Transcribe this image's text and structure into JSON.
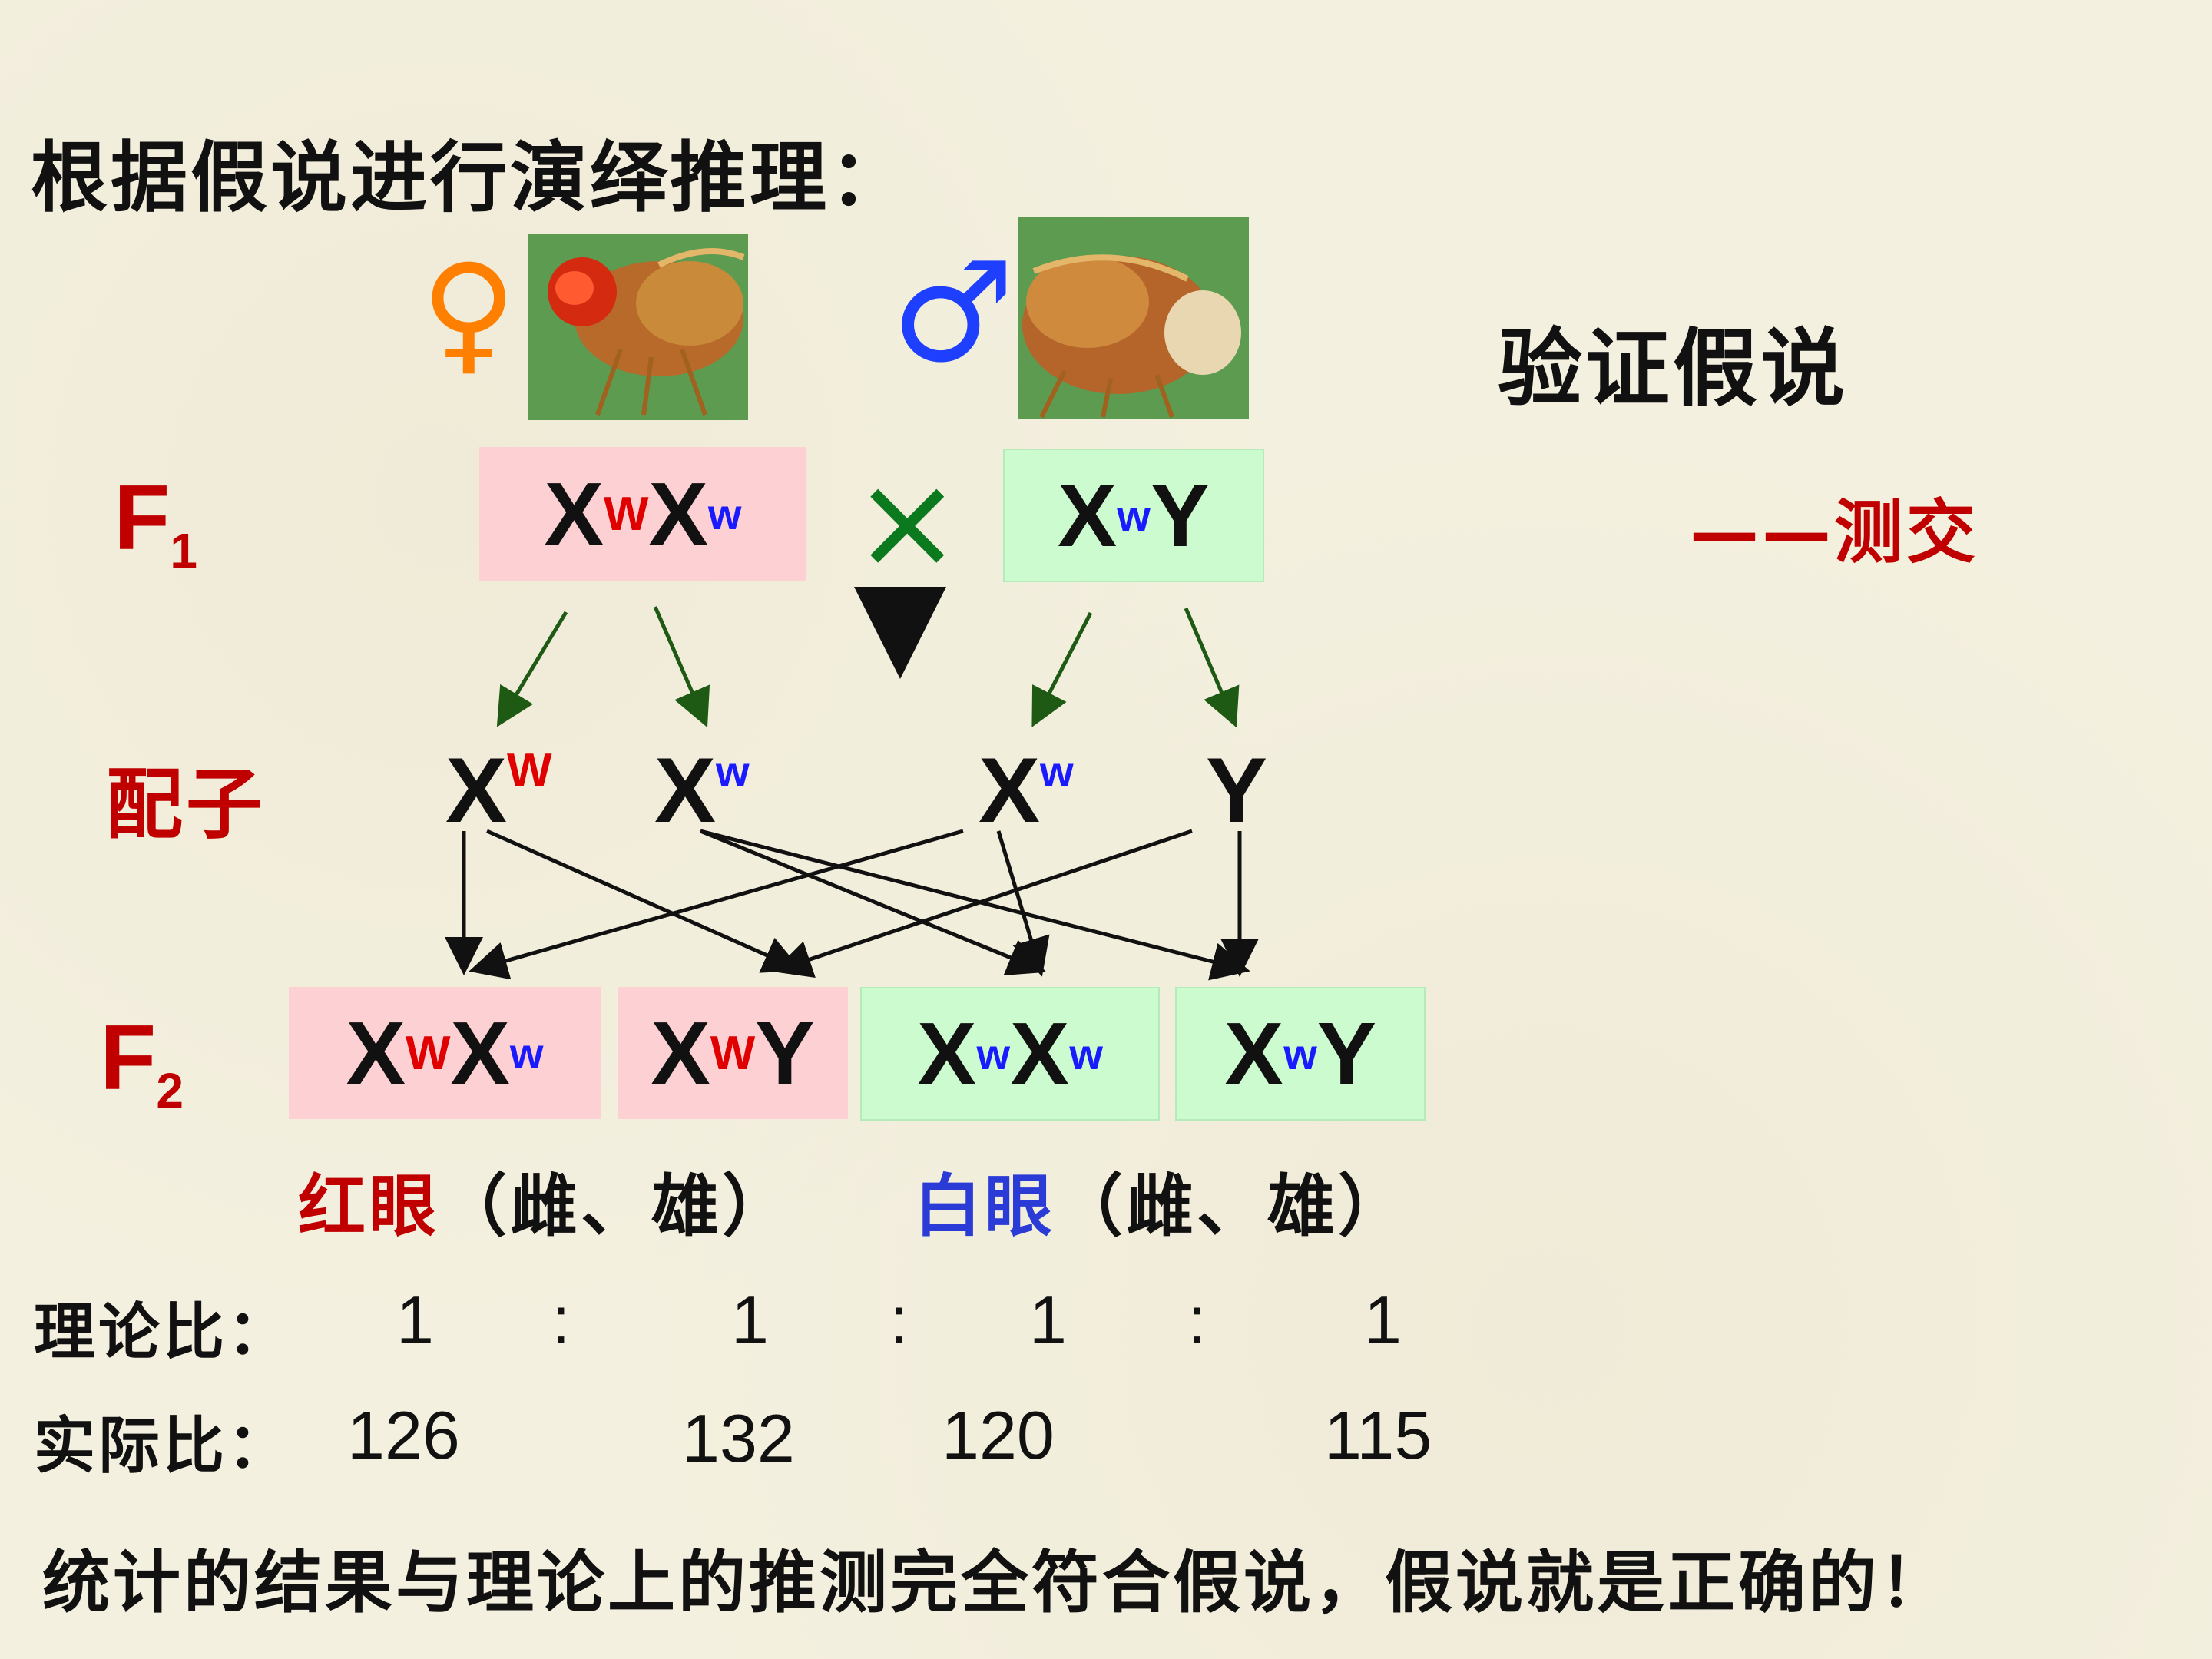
{
  "title": "根据假说进行演绎推理：",
  "verify": "验证假说",
  "testcross": "——测交",
  "female_symbol": "♀",
  "male_symbol": "♂",
  "cross_symbol": "×",
  "f1_label": {
    "main": "F",
    "sub": "1"
  },
  "f2_label": {
    "main": "F",
    "sub": "2"
  },
  "gamete_label": "配子",
  "f1": {
    "female": {
      "parts": [
        "X",
        "W",
        "X",
        "w"
      ]
    },
    "male": {
      "parts": [
        "X",
        "w",
        "Y"
      ]
    }
  },
  "gametes": [
    {
      "base": "X",
      "sup": "W"
    },
    {
      "base": "X",
      "sup": "w"
    },
    {
      "base": "X",
      "sup": "w"
    },
    {
      "base": "Y",
      "sup": ""
    }
  ],
  "f2": [
    {
      "parts": [
        "X",
        "W",
        "X",
        "w"
      ]
    },
    {
      "parts": [
        "X",
        "W",
        "Y"
      ]
    },
    {
      "parts": [
        "X",
        "w",
        "X",
        "w"
      ]
    },
    {
      "parts": [
        "X",
        "w",
        "Y"
      ]
    }
  ],
  "phenotype": {
    "red": "红眼",
    "red_sex": "（雌、雄）",
    "white": "白眼",
    "white_sex": "（雌、雄）"
  },
  "theory": {
    "label": "理论比：",
    "values": [
      "1",
      "1",
      "1",
      "1"
    ],
    "sep": ":"
  },
  "actual": {
    "label": "实际比：",
    "values": [
      "126",
      "132",
      "120",
      "115"
    ]
  },
  "conclusion": "统计的结果与理论上的推测完全符合假说，假说就是正确的！",
  "colors": {
    "pink_box": "#fdd0d3",
    "green_box": "#ccfbd0",
    "red_text": "#c00000",
    "blue_text": "#2a3bd6",
    "female_symbol": "#ff7f00",
    "male_symbol": "#1f3fff",
    "cross": "#0b7a1e",
    "arrow_green": "#1e5a14"
  }
}
